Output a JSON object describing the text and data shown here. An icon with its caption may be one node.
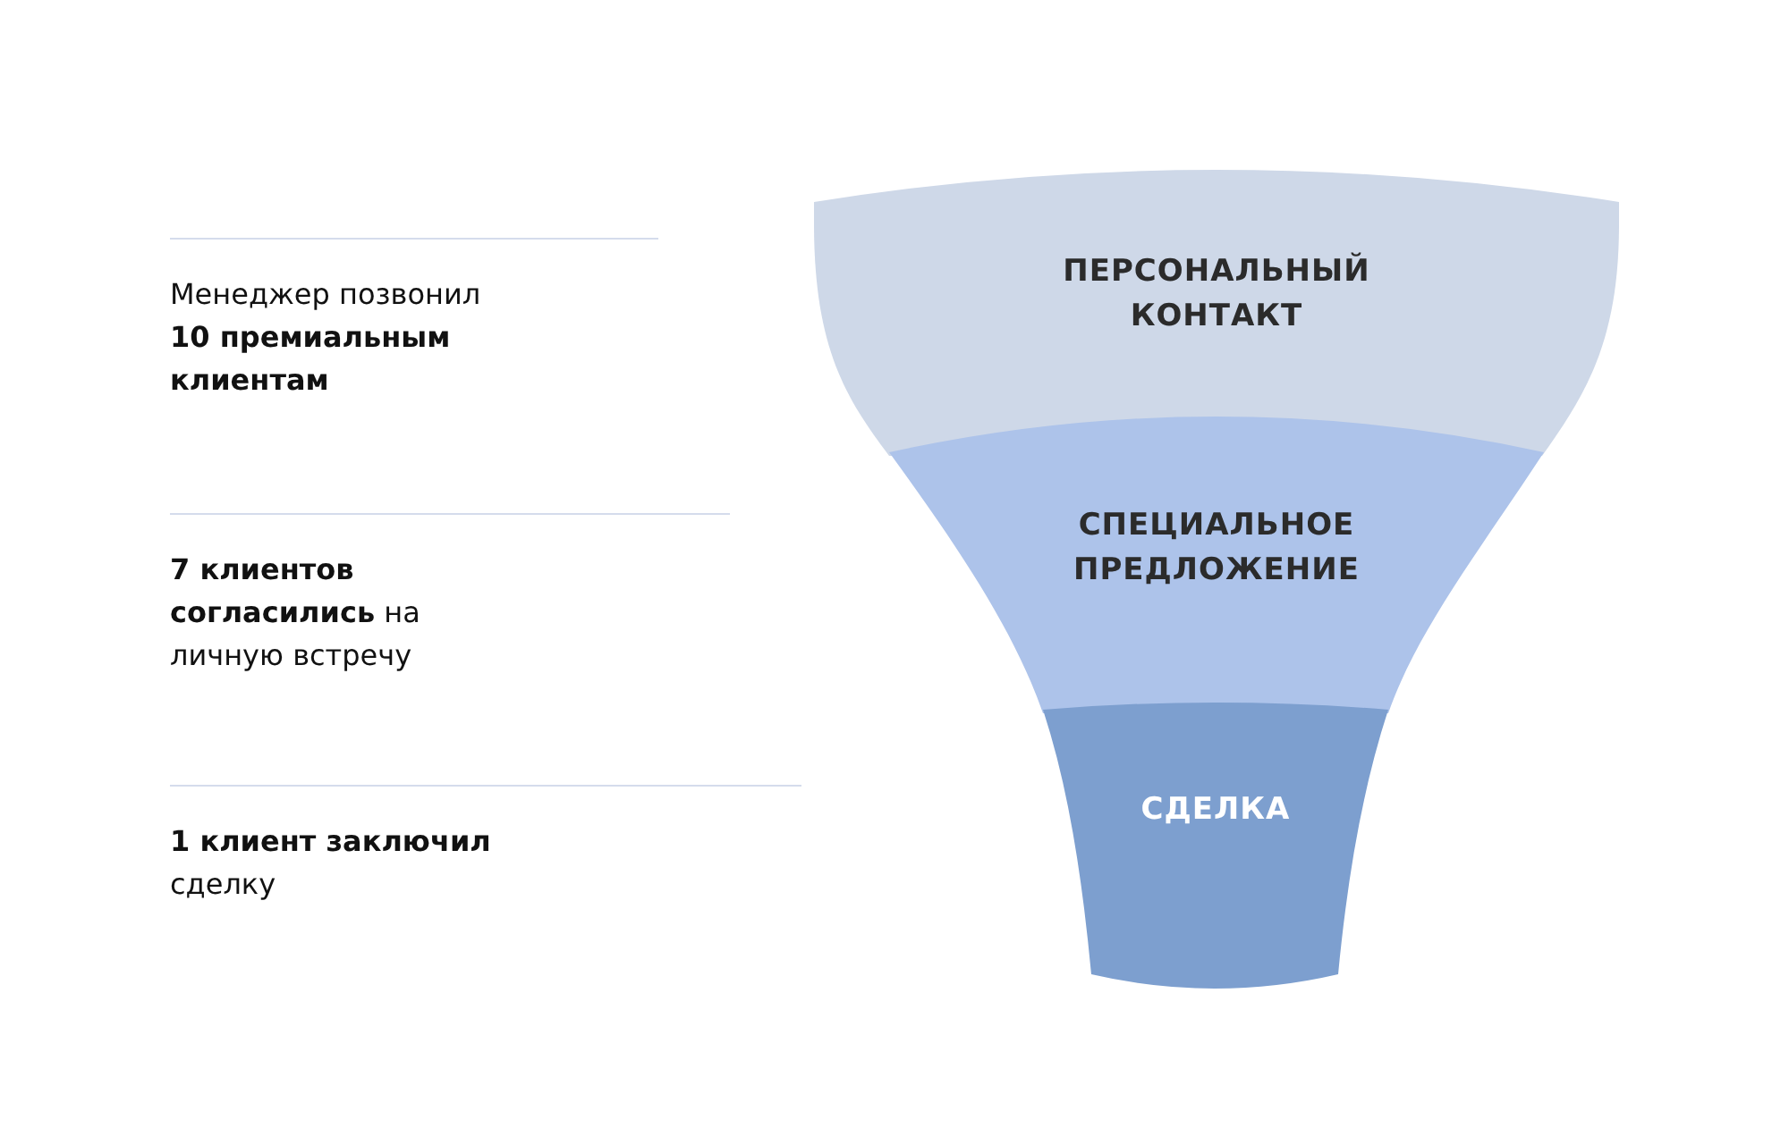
{
  "diagram": {
    "nodes": [
      {
        "text": [
          "ПЕРСОНАЛЬНЫЙ КОНТАКТ"
        ]
      },
      {
        "text": [
          "СПЕЦИАЛЬНОЕ ПРЕДЛОЖЕНИЕ"
        ]
      },
      {
        "text": [
          "СДЕЛКА"
        ]
      }
    ],
    "edges": [],
    "labels": [
      "Менеджер позвонил **10 премиальным клиентам**",
      "**7 клиентов согласились** на личную встречу",
      "**1 клиент заключил** сделку"
    ]
  }
}
